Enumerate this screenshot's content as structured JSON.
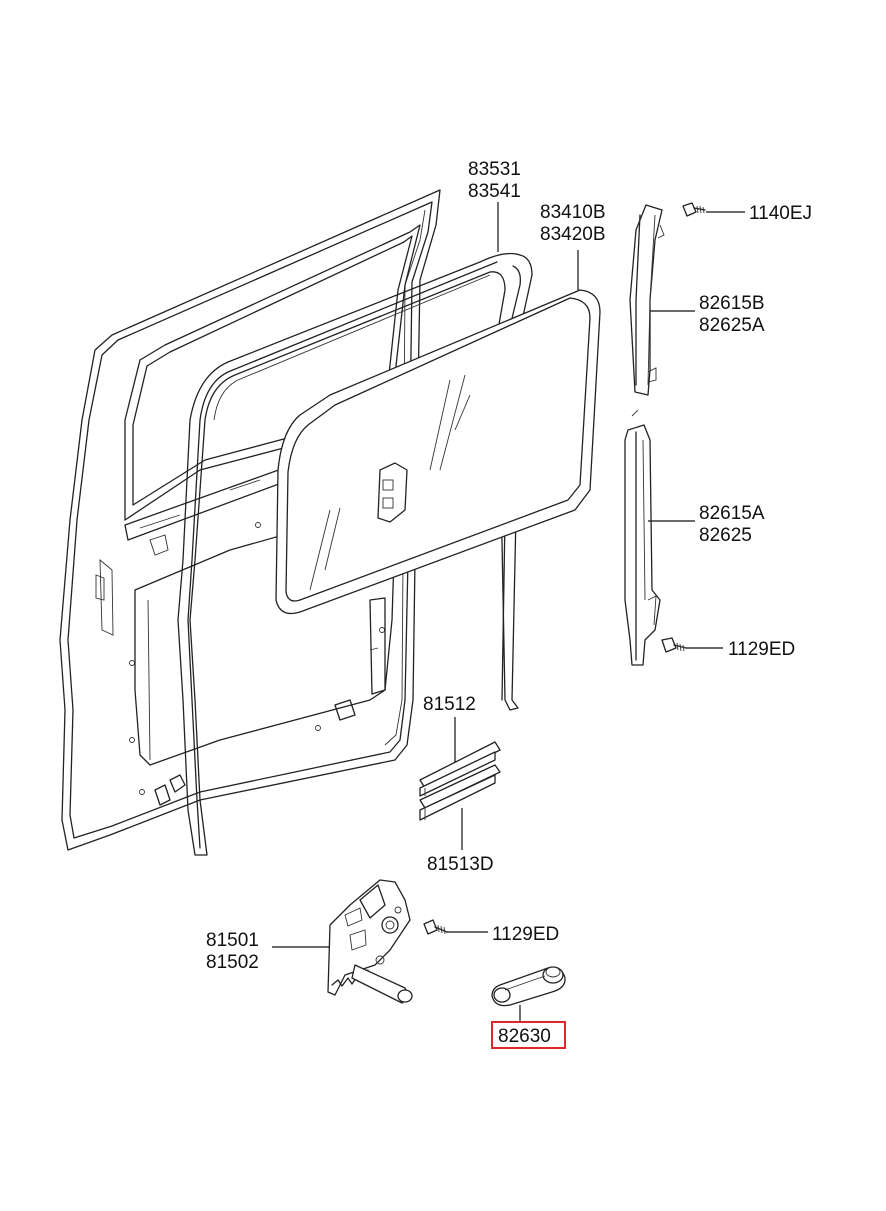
{
  "highlight_color": "#e0262b",
  "labels": {
    "seal_outer_1": "83531",
    "seal_outer_2": "83541",
    "glass_1": "83410B",
    "glass_2": "83420B",
    "bolt_top": "1140EJ",
    "channel_upper_1": "82615B",
    "channel_upper_2": "82625A",
    "channel_lower_1": "82615A",
    "channel_lower_2": "82625",
    "bolt_mid": "1129ED",
    "rail_upper": "81512",
    "rail_lower": "81513D",
    "regulator_1": "81501",
    "regulator_2": "81502",
    "bolt_low": "1129ED",
    "handle": "82630"
  },
  "highlighted_part": "82630"
}
